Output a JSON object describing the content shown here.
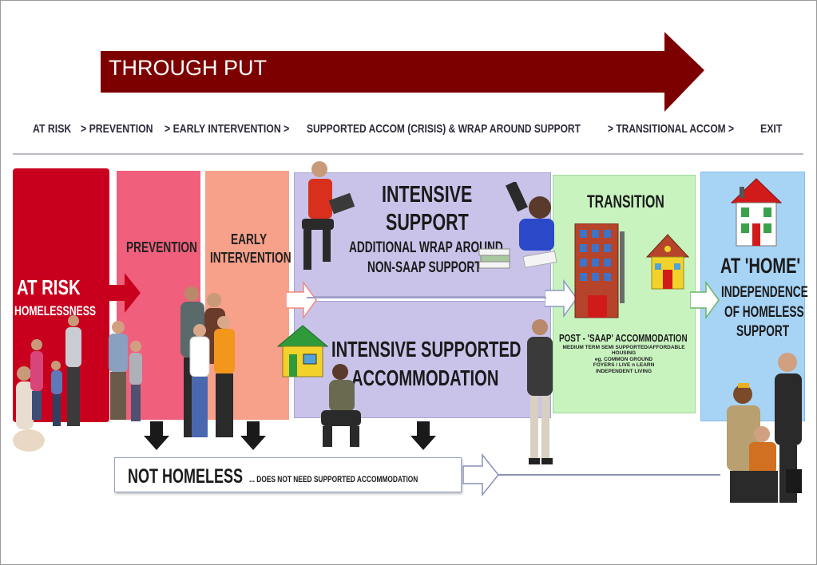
{
  "banner": {
    "label": "THROUGH PUT",
    "color": "#7d0000"
  },
  "flow_line": [
    "AT RISK",
    "> PREVENTION",
    "> EARLY INTERVENTION >",
    "SUPPORTED ACCOM (CRISIS) & WRAP AROUND SUPPORT",
    "> TRANSITIONAL ACCOM >",
    "EXIT"
  ],
  "panels": {
    "at_risk": {
      "title": "AT RISK",
      "subtitle": "HOMELESSNESS",
      "color": "#c8001e"
    },
    "prevention": {
      "title": "PREVENTION",
      "color": "#f0607c"
    },
    "early": {
      "line1": "EARLY",
      "line2": "INTERVENTION",
      "color": "#f7a08a"
    },
    "intensive_support": {
      "line1": "INTENSIVE",
      "line2": "SUPPORT",
      "line3": "ADDITIONAL WRAP AROUND",
      "line4": "NON-SAAP SUPPORT",
      "color": "#c9c3ea"
    },
    "intensive_accom": {
      "line1": "INTENSIVE SUPPORTED",
      "line2": "ACCOMMODATION",
      "color": "#c9c3ea"
    },
    "transition": {
      "title": "TRANSITION",
      "post": "POST - 'SAAP' ACCOMMODATION",
      "details": [
        "MEDIUM TERM SEMI SUPPORTED/AFFORDABLE",
        "HOUSING",
        "eg. COMMON GROUND",
        "FOYERS / LIVE n LEARN",
        "INDEPENDENT LIVING"
      ],
      "color": "#c8f3bf"
    },
    "home": {
      "line1": "AT 'HOME'",
      "line2": "INDEPENDENCE",
      "line3": "OF HOMELESS",
      "line4": "SUPPORT",
      "color": "#a7d3f5"
    }
  },
  "not_homeless": {
    "big": "NOT HOMELESS",
    "small": "... DOES NOT NEED SUPPORTED ACCOMMODATION"
  }
}
